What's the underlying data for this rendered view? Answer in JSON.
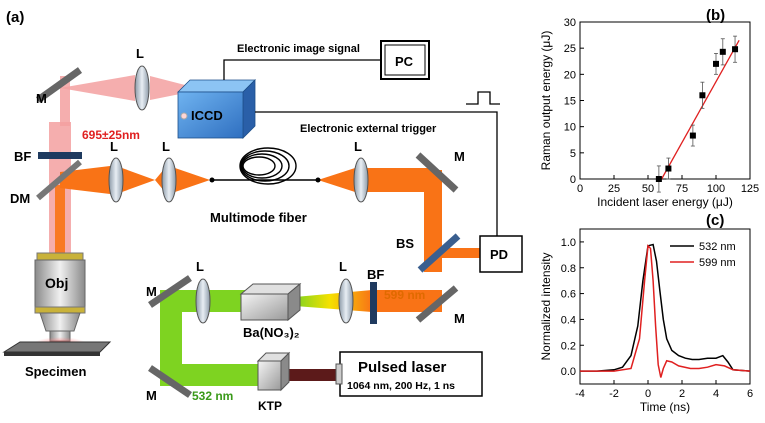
{
  "panels": {
    "a": "(a)",
    "b": "(b)",
    "c": "(c)"
  },
  "setup": {
    "pc": "PC",
    "iccd": "ICCD",
    "electronic_image_signal": "Electronic image signal",
    "electronic_external_trigger": "Electronic external trigger",
    "m": "M",
    "l": "L",
    "bf": "BF",
    "dm": "DM",
    "bs": "BS",
    "pd": "PD",
    "obj": "Obj",
    "specimen": "Specimen",
    "filter_band": "695±25nm",
    "multimode_fiber": "Multimode fiber",
    "raman_line": "599 nm",
    "green_line": "532 nm",
    "crystal": "Ba(NO₃)₂",
    "ktp": "KTP",
    "laser_title": "Pulsed laser",
    "laser_spec": "1064 nm, 200 Hz, 1 ns"
  },
  "colors": {
    "beam_red": "#f3a0a0",
    "beam_orange": "#f97316",
    "beam_green": "#7ed321",
    "beam_ir": "#5c1a1a",
    "iccd_blue": "#3b82d6",
    "fit_red": "#e02020",
    "label_red": "#e02020",
    "label_orange": "#e06a00",
    "label_green": "#3a9a1a"
  },
  "chart_data": [
    {
      "type": "scatter",
      "panel": "(b)",
      "xlabel": "Incident laser energy (μJ)",
      "ylabel": "Raman output energy (μJ)",
      "xlim": [
        0,
        125
      ],
      "ylim": [
        0,
        30
      ],
      "xticks": [
        "0",
        "25",
        "50",
        "75",
        "100",
        "125"
      ],
      "yticks": [
        "0",
        "5",
        "10",
        "15",
        "20",
        "25",
        "30"
      ],
      "points": [
        {
          "x": 58,
          "y": 0.0,
          "err": 2.5
        },
        {
          "x": 65,
          "y": 2.0,
          "err": 2.0
        },
        {
          "x": 83,
          "y": 8.3,
          "err": 2.0
        },
        {
          "x": 90,
          "y": 16.0,
          "err": 2.5
        },
        {
          "x": 100,
          "y": 22.0,
          "err": 2.0
        },
        {
          "x": 105,
          "y": 24.3,
          "err": 2.5
        },
        {
          "x": 114,
          "y": 24.8,
          "err": 2.5
        }
      ],
      "fit": {
        "x": [
          60,
          117
        ],
        "y": [
          0,
          26.5
        ]
      }
    },
    {
      "type": "line",
      "panel": "(c)",
      "xlabel": "Time (ns)",
      "ylabel": "Normalized intensity",
      "xlim": [
        -4,
        6
      ],
      "ylim": [
        -0.1,
        1.1
      ],
      "xticks": [
        "-4",
        "-2",
        "0",
        "2",
        "4",
        "6"
      ],
      "yticks": [
        "0.0",
        "0.2",
        "0.4",
        "0.6",
        "0.8",
        "1.0"
      ],
      "series": [
        {
          "name": "532 nm",
          "color": "#000000",
          "x": [
            -4,
            -3,
            -2,
            -1.5,
            -1,
            -0.6,
            -0.3,
            0,
            0.3,
            0.5,
            0.7,
            0.9,
            1.1,
            1.4,
            1.8,
            2.2,
            2.6,
            3.0,
            3.5,
            4.0,
            4.4,
            4.7,
            5,
            6
          ],
          "y": [
            0.0,
            0.0,
            0.01,
            0.03,
            0.12,
            0.35,
            0.7,
            0.97,
            0.98,
            0.85,
            0.62,
            0.4,
            0.25,
            0.16,
            0.12,
            0.1,
            0.09,
            0.09,
            0.1,
            0.1,
            0.12,
            0.07,
            0.01,
            0.0
          ]
        },
        {
          "name": "599 nm",
          "color": "#e02020",
          "x": [
            -4,
            -2,
            -1,
            -0.5,
            -0.2,
            0,
            0.15,
            0.3,
            0.45,
            0.6,
            0.75,
            0.9,
            1.1,
            1.4,
            1.8,
            2.5,
            3.0,
            3.5,
            4.0,
            4.5,
            5,
            6
          ],
          "y": [
            0.0,
            0.0,
            0.02,
            0.25,
            0.7,
            0.97,
            0.95,
            0.7,
            0.35,
            0.05,
            -0.05,
            0.02,
            0.08,
            0.07,
            0.04,
            0.02,
            0.02,
            0.03,
            0.05,
            0.04,
            0.01,
            0.0
          ]
        }
      ],
      "legend": "top-right"
    }
  ]
}
